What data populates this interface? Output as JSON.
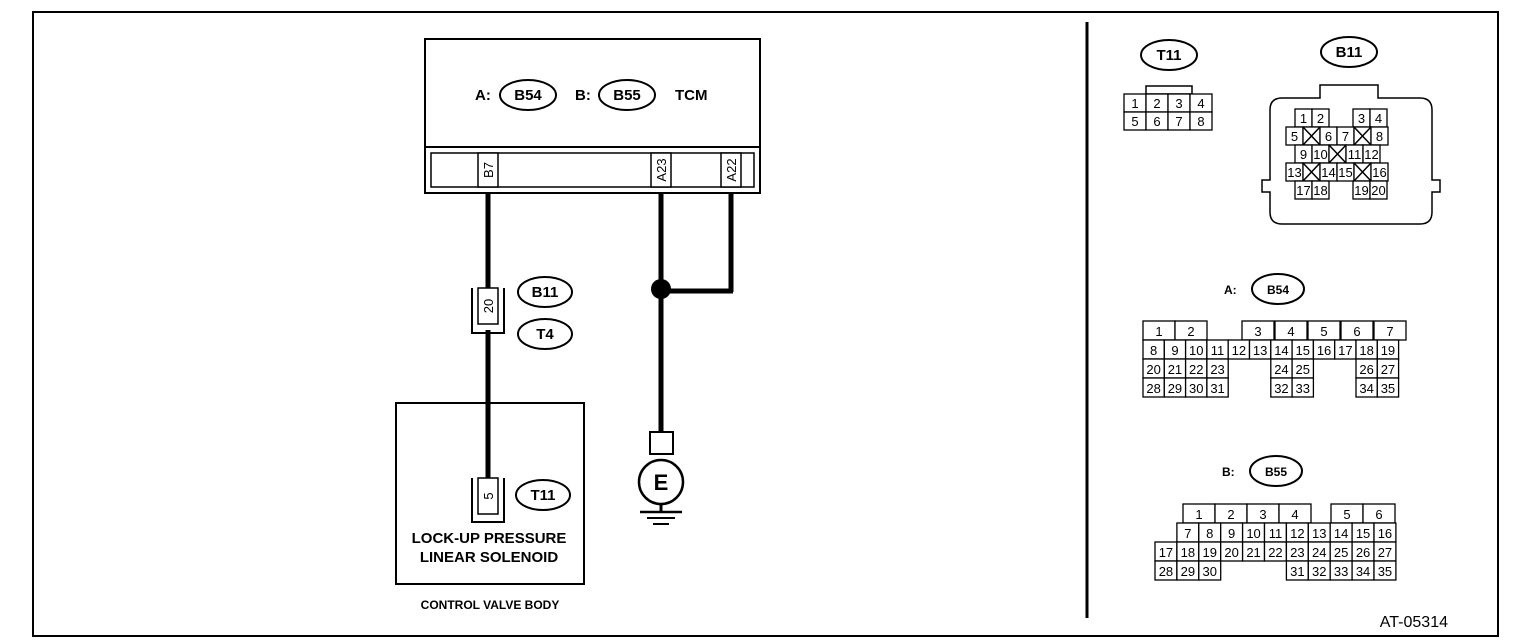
{
  "tcm": {
    "connector_a_prefix": "A:",
    "connector_a": "B54",
    "connector_b_prefix": "B:",
    "connector_b": "B55",
    "name": "TCM",
    "pins": [
      "B7",
      "A23",
      "A22"
    ]
  },
  "harness_connector": {
    "pin": "20",
    "labels": [
      "B11",
      "T4"
    ]
  },
  "solenoid": {
    "pin": "5",
    "connector": "T11",
    "name_line1": "LOCK-UP PRESSURE",
    "name_line2": "LINEAR SOLENOID",
    "body_label": "CONTROL VALVE BODY"
  },
  "ground": {
    "label": "E"
  },
  "connector_views": {
    "t11": {
      "label": "T11",
      "rows": [
        [
          "1",
          "2",
          "3",
          "4"
        ],
        [
          "5",
          "6",
          "7",
          "8"
        ]
      ]
    },
    "b11": {
      "label": "B11",
      "rows": [
        [
          "1",
          "2",
          "",
          "3",
          "4"
        ],
        [
          "5",
          "x",
          "6",
          "7",
          "x",
          "8"
        ],
        [
          "9",
          "10",
          "x",
          "11",
          "12"
        ],
        [
          "13",
          "x",
          "14",
          "15",
          "x",
          "16"
        ],
        [
          "17",
          "18",
          "",
          "19",
          "20"
        ]
      ]
    },
    "b54": {
      "prefix": "A:",
      "label": "B54",
      "rows": [
        [
          "1",
          "2",
          "",
          "3",
          "4",
          "5",
          "6",
          "7"
        ],
        [
          "8",
          "9",
          "10",
          "11",
          "12",
          "13",
          "14",
          "15",
          "16",
          "17",
          "18",
          "19"
        ],
        [
          "20",
          "21",
          "22",
          "23",
          "",
          "",
          "24",
          "25",
          "",
          "",
          "26",
          "27"
        ],
        [
          "28",
          "29",
          "30",
          "31",
          "",
          "",
          "32",
          "33",
          "",
          "",
          "34",
          "35"
        ]
      ]
    },
    "b55": {
      "prefix": "B:",
      "label": "B55",
      "rows": [
        [
          "",
          "1",
          "2",
          "3",
          "4",
          "",
          "5",
          "6"
        ],
        [
          "",
          "7",
          "8",
          "9",
          "10",
          "11",
          "12",
          "13",
          "14",
          "15",
          "16"
        ],
        [
          "17",
          "18",
          "19",
          "20",
          "21",
          "22",
          "23",
          "24",
          "25",
          "26",
          "27"
        ],
        [
          "28",
          "29",
          "30",
          "",
          "",
          "",
          "31",
          "32",
          "33",
          "34",
          "35"
        ]
      ]
    }
  },
  "figure_id": "AT-05314"
}
